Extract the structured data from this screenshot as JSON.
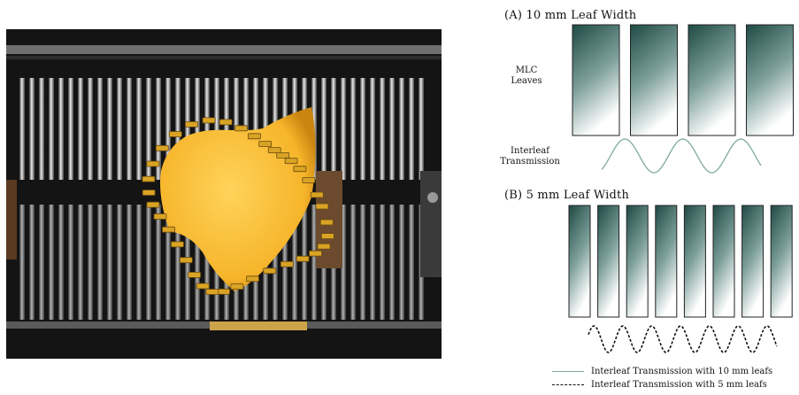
{
  "photo": {
    "description_icon": "mlc-aperture-photo"
  },
  "diagram": {
    "panel_a": {
      "title": "(A) 10 mm Leaf Width",
      "leaves_label_line1": "MLC",
      "leaves_label_line2": "Leaves",
      "transmission_label_line1": "Interleaf",
      "transmission_label_line2": "Transmission",
      "leaf_count": 4
    },
    "panel_b": {
      "title": "(B) 5 mm Leaf Width",
      "leaf_count": 8
    },
    "legend": {
      "solid_label": "Interleaf Transmission with 10 mm leafs",
      "dashed_label": "Interleaf Transmission with 5 mm leafs"
    },
    "colors": {
      "leaf_dark": "#1f4a45",
      "leaf_light": "#ffffff",
      "solid_curve": "#7fa9a3",
      "dashed_curve": "#111111",
      "aperture": "#f6b52b"
    }
  }
}
